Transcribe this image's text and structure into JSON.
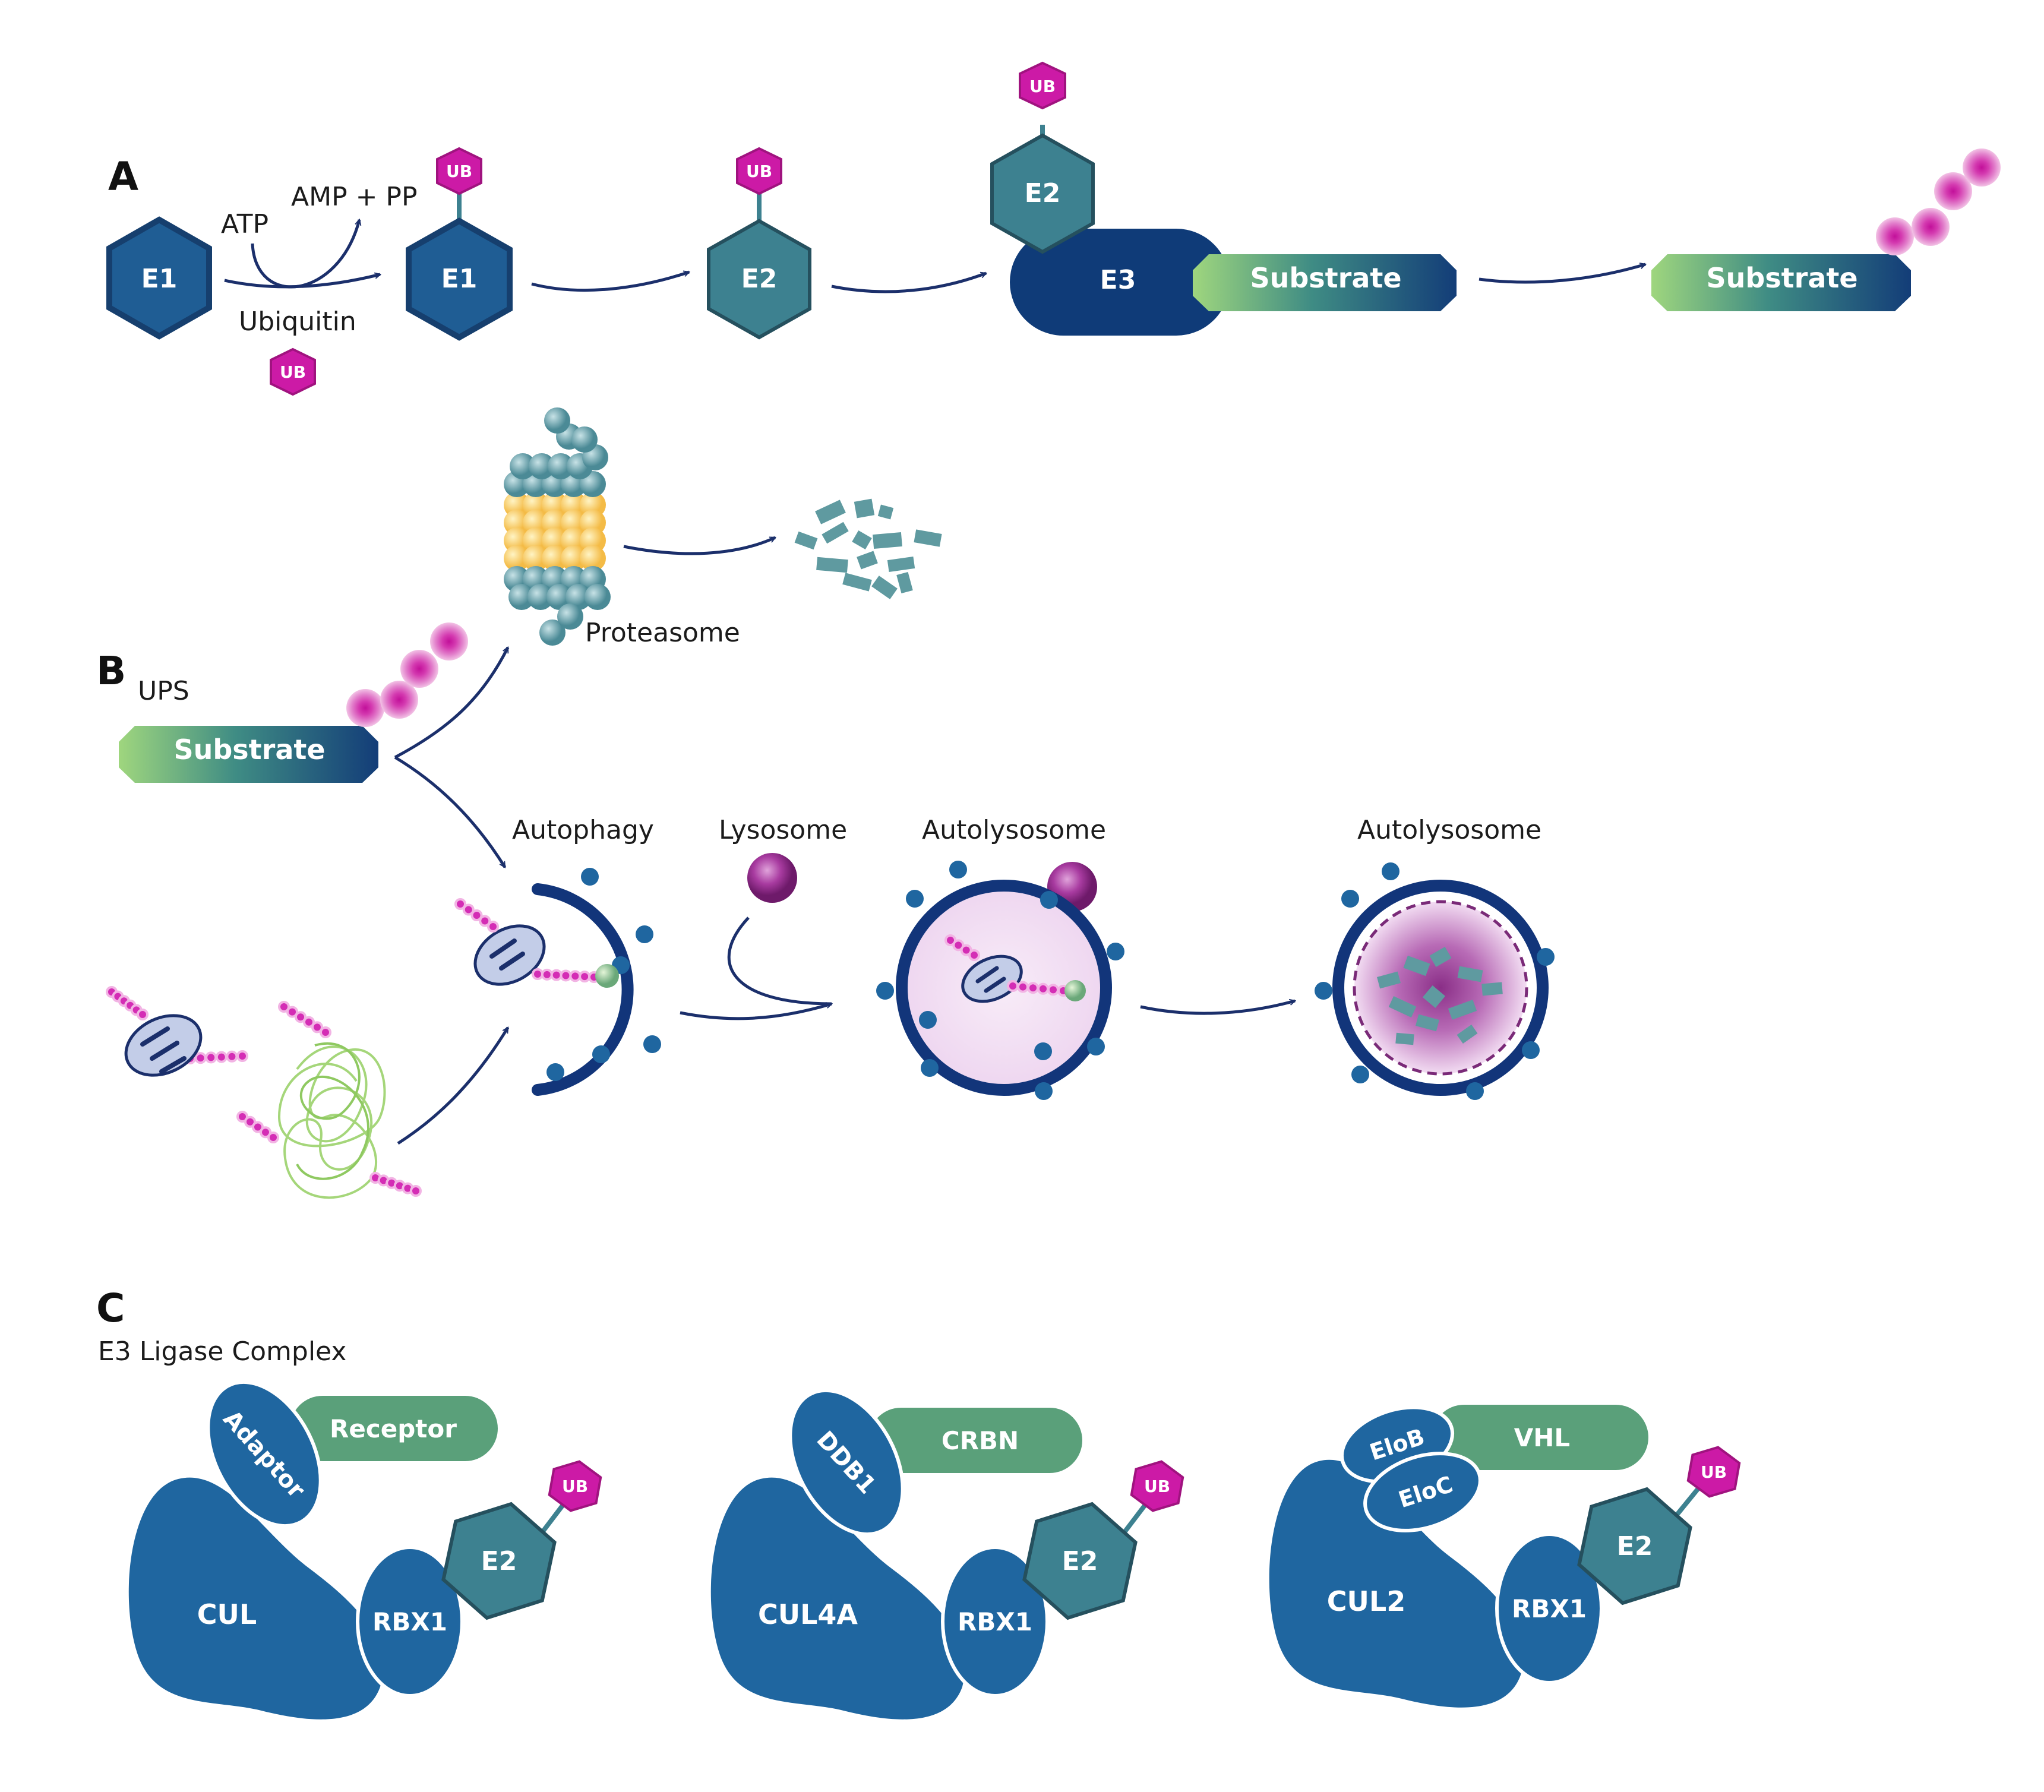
{
  "colors": {
    "e1": "#1f5d94",
    "e1_stroke": "#163f6e",
    "e2": "#3d8190",
    "e2_stroke": "#25505e",
    "e3": "#0f3b78",
    "ub": "#cc1aa6",
    "cul": "#1f66a0",
    "receptor": "#5aa07a",
    "arrow": "#1b2f6b",
    "substrate_start": "#9fd67e",
    "substrate_end": "#133d78",
    "lysosome": "#96288f",
    "fragment": "#5f9aa0"
  },
  "panel_a": {
    "label": "A",
    "e1_before": "E1",
    "atp": "ATP",
    "amp_pp": "AMP + PP",
    "ubiquitin": "Ubiquitin",
    "ub_free": "UB",
    "e1_loaded": "E1",
    "e1_ub": "UB",
    "e2_loaded": "E2",
    "e2_ub": "UB",
    "e2_on_e3": "E2",
    "e2_on_e3_ub": "UB",
    "e3": "E3",
    "substrate_bound": "Substrate",
    "substrate_tagged": "Substrate"
  },
  "panel_b": {
    "label": "B",
    "ups": "UPS",
    "substrate": "Substrate",
    "proteasome": "Proteasome",
    "autophagy": "Autophagy",
    "lysosome": "Lysosome",
    "autolysosome_1": "Autolysosome",
    "autolysosome_2": "Autolysosome"
  },
  "panel_c": {
    "label": "C",
    "title": "E3 Ligase Complex",
    "complex_1": {
      "cullin": "CUL",
      "adaptor": "Adaptor",
      "receptor": "Receptor",
      "rbx": "RBX1",
      "e2": "E2",
      "ub": "UB"
    },
    "complex_2": {
      "cullin": "CUL4A",
      "adaptor": "DDB1",
      "receptor": "CRBN",
      "rbx": "RBX1",
      "e2": "E2",
      "ub": "UB"
    },
    "complex_3": {
      "cullin": "CUL2",
      "adaptor_1": "EloB",
      "adaptor_2": "EloC",
      "receptor": "VHL",
      "rbx": "RBX1",
      "e2": "E2",
      "ub": "UB"
    }
  }
}
